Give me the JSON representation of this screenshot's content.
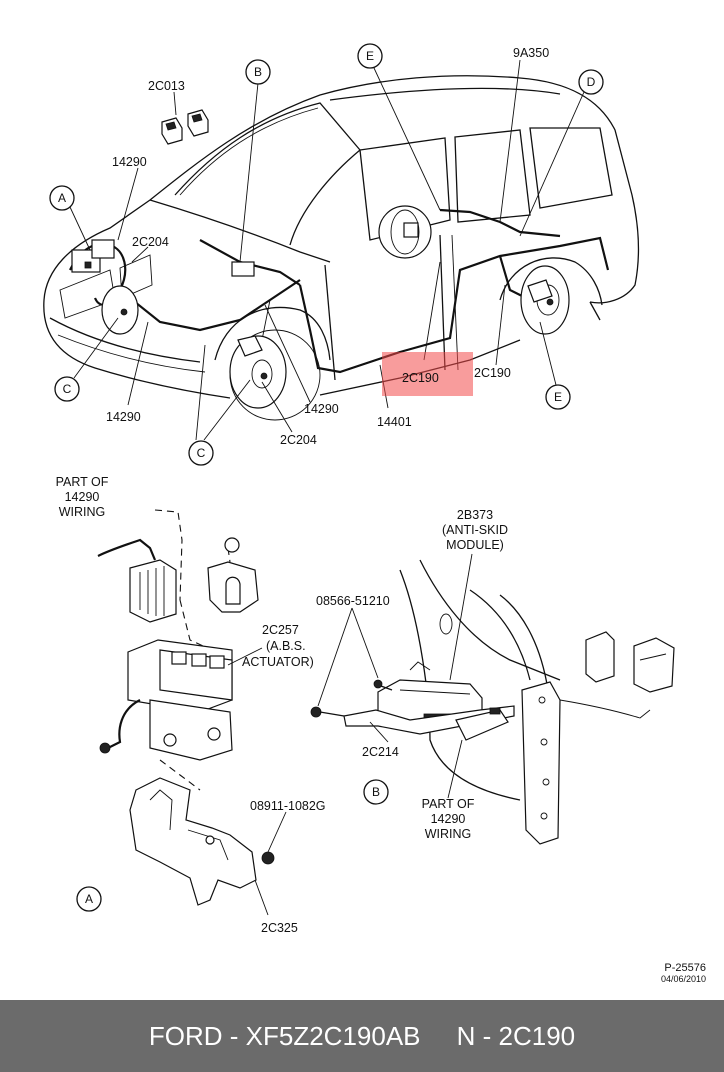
{
  "diagram": {
    "callouts": {
      "a_top": "A",
      "b_top": "B",
      "c_left": "C",
      "c_bottom": "C",
      "d_top": "D",
      "e_top": "E",
      "e_right": "E",
      "a_bottom": "A",
      "b_bottom": "B"
    },
    "labels": {
      "2c013": "2C013",
      "14290_top": "14290",
      "2c204_top": "2C204",
      "14290_left": "14290",
      "14290_mid": "14290",
      "2c204_bottom": "2C204",
      "9a350": "9A350",
      "2c190_highlight": "2C190",
      "2c190_right": "2C190",
      "14401": "14401",
      "part_of_line1": "PART OF",
      "part_of_line2": "14290",
      "part_of_line3": "WIRING",
      "2c257_line1": "2C257",
      "2c257_line2": "(A.B.S.",
      "2c257_line3": "ACTUATOR)",
      "08911": "08911-1082G",
      "2c325": "2C325",
      "2b373_line1": "2B373",
      "2b373_line2": "(ANTI-SKID",
      "2b373_line3": "MODULE)",
      "08566": "08566-51210",
      "2c214": "2C214",
      "part_of_b_line1": "PART OF",
      "part_of_b_line2": "14290",
      "part_of_b_line3": "WIRING",
      "ref_code": "P-25576",
      "ref_date": "04/06/2010"
    },
    "highlight_color": "#f24b4b"
  },
  "footer": {
    "text": "FORD - XF5Z2C190AB     N - 2C190"
  }
}
